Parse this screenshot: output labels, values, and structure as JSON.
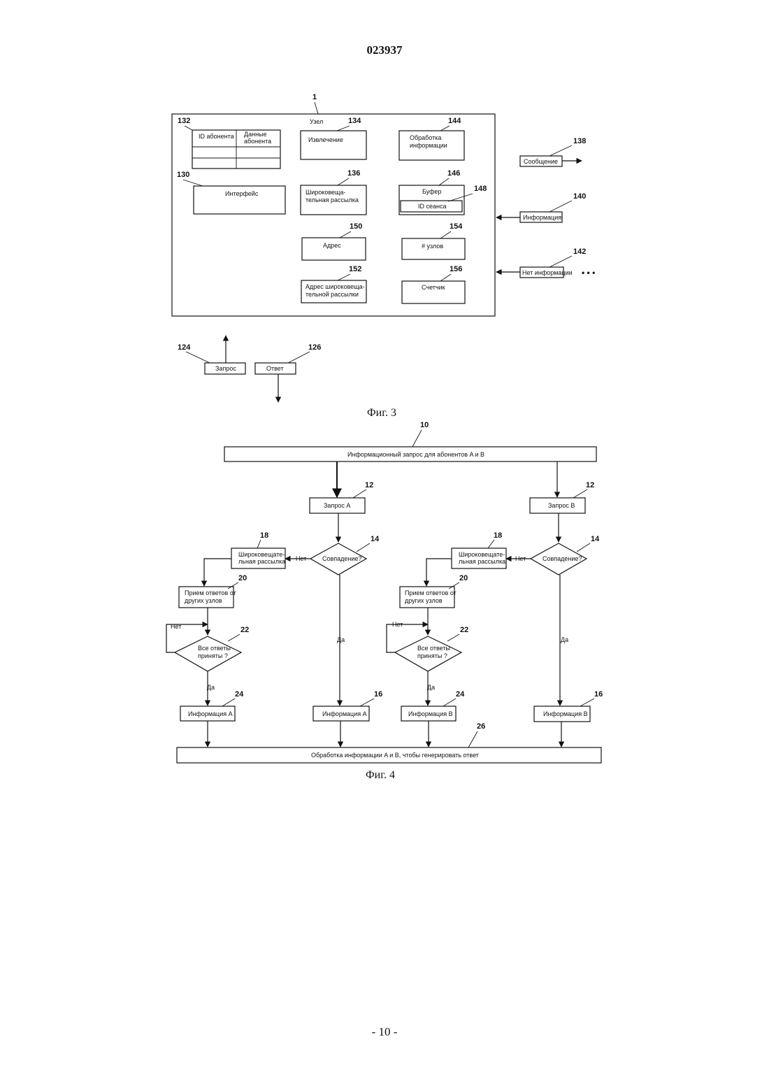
{
  "header": {
    "patent_number": "023937"
  },
  "footer": {
    "page": "- 10 -"
  },
  "fig3": {
    "caption": "Фиг. 3",
    "ref_node": "1",
    "node_label": "Узел",
    "table": {
      "ref": "132",
      "col1": "ID абонента",
      "col2_line1": "Данные",
      "col2_line2": "абонента"
    },
    "interface": {
      "ref": "130",
      "label": "Интерфейс"
    },
    "extraction": {
      "ref": "134",
      "label": "Извлечение"
    },
    "info_processing": {
      "ref": "144",
      "line1": "Обработка",
      "line2": "информации"
    },
    "broadcast": {
      "ref": "136",
      "line1": "Широковеща-",
      "line2": "тельная рассылка"
    },
    "buffer": {
      "ref": "146",
      "label": "Буфер"
    },
    "session_id": {
      "ref": "148",
      "label": "ID сеанса"
    },
    "address": {
      "ref": "150",
      "label": "Адрес"
    },
    "nodes_count": {
      "ref": "154",
      "label": "# узлов"
    },
    "broadcast_address": {
      "ref": "152",
      "line1": "Адрес широковеща-",
      "line2": "тельной рассылки"
    },
    "counter": {
      "ref": "156",
      "label": "Счетчик"
    },
    "message": {
      "ref": "138",
      "label": "Сообщение"
    },
    "information": {
      "ref": "140",
      "label": "Информация"
    },
    "no_information": {
      "ref": "142",
      "label": "Нет информации"
    },
    "ellipsis": "• • •",
    "request": {
      "ref": "124",
      "label": "Запрос"
    },
    "response": {
      "ref": "126",
      "label": "Ответ"
    }
  },
  "fig4": {
    "caption": "Фиг. 4",
    "top": {
      "ref": "10",
      "label": "Информационный запрос для абонентов A и B"
    },
    "bottom": {
      "ref": "26",
      "label": "Обработка информации A и B, чтобы генерировать ответ"
    },
    "branch_a": {
      "request": {
        "ref": "12",
        "label": "Запрос A"
      },
      "match": {
        "ref": "14",
        "label": "Совпадение?"
      },
      "broadcast": {
        "ref": "18",
        "line1": "Широковещате-",
        "line2": "льная рассылка"
      },
      "receive": {
        "ref": "20",
        "line1": "Прием ответов от",
        "line2": "других узлов"
      },
      "all_received": {
        "ref": "22",
        "line1": "Все ответы",
        "line2": "приняты ?"
      },
      "info_left": {
        "ref": "24",
        "label": "Информация A"
      },
      "info_right": {
        "ref": "16",
        "label": "Информация A"
      },
      "no": "Нет",
      "no_loop": "Нет",
      "yes": "Да",
      "yes_loop": "Да"
    },
    "branch_b": {
      "request": {
        "ref": "12",
        "label": "Запрос B"
      },
      "match": {
        "ref": "14",
        "label": "Совпадение?"
      },
      "broadcast": {
        "ref": "18",
        "line1": "Широковещате-",
        "line2": "льная рассылка"
      },
      "receive": {
        "ref": "20",
        "line1": "Прием ответов от",
        "line2": "других узлов"
      },
      "all_received": {
        "ref": "22",
        "line1": "Все ответы",
        "line2": "приняты ?"
      },
      "info_left": {
        "ref": "24",
        "label": "Информация B"
      },
      "info_right": {
        "ref": "16",
        "label": "Информация B"
      },
      "no": "Нет",
      "no_loop": "Нет",
      "yes": "Да",
      "yes_loop": "Да"
    }
  }
}
